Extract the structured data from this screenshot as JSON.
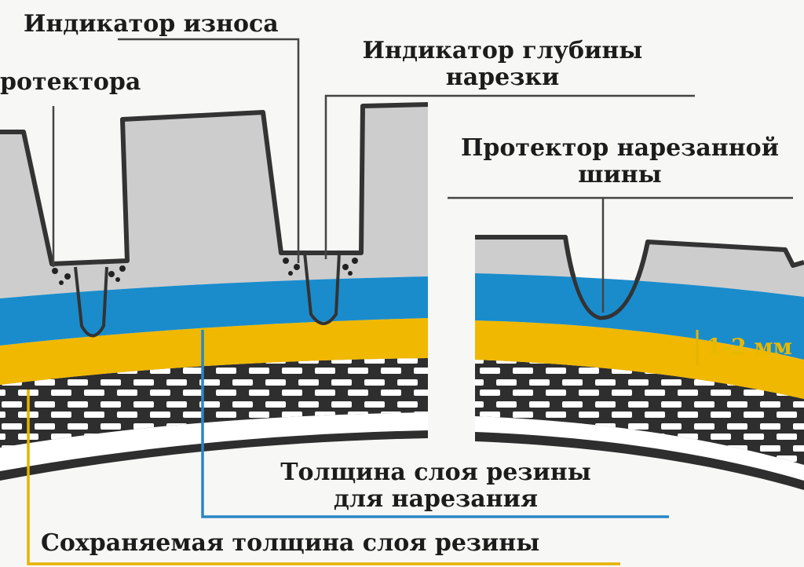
{
  "labels": {
    "wear_indicator": "Индикатор износа",
    "tread": "ротектора",
    "depth_indicator_line1": "Индикатор глубины",
    "depth_indicator_line2": "нарезки",
    "regrooved_tread_line1": "Протектор нарезанной",
    "regrooved_tread_line2": "шины",
    "mm": "1-2 мм",
    "cut_layer_line1": "Толщина слоя резины",
    "cut_layer_line2": "для нарезания",
    "preserved_layer": "Сохраняемая толщина слоя резины"
  },
  "colors": {
    "background": "#f7f7f5",
    "tread_block": "#cdcdcd",
    "tread_outline": "#333333",
    "blue_layer": "#1a8ccc",
    "yellow_layer": "#f0b800",
    "cord_layer": "#2e2e2e",
    "cord_dash": "#ffffff",
    "leader_line": "#444444",
    "blue_bracket": "#2a86c6",
    "yellow_bracket": "#e6b200"
  }
}
